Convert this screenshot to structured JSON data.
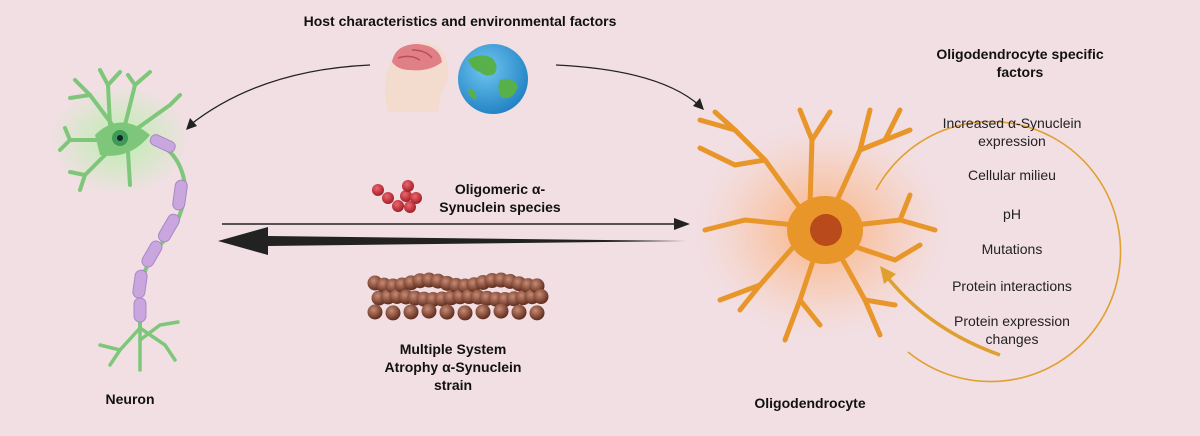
{
  "top_label": "Host characteristics and environmental factors",
  "neuron_label": "Neuron",
  "oligo_label": "Oligodendrocyte",
  "oligomer_label": "Oligomeric α-Synuclein species",
  "strain_label": "Multiple System Atrophy α-Synuclein strain",
  "factors_title": "Oligodendrocyte specific factors",
  "factors": [
    "Increased α-Synuclein expression",
    "Cellular milieu",
    "pH",
    "Mutations",
    "Protein interactions",
    "Protein expression changes"
  ],
  "icons": [
    "head-profile-icon",
    "globe-icon"
  ],
  "colors": {
    "background": "#f1dfe4",
    "neuron": "#7ec77a",
    "axon_sheath": "#c9a6dd",
    "oligodendrocyte": "#e8952a",
    "oligo_nucleus": "#b84a1c",
    "oligomer": "#c8323c",
    "fibril": "#7a4030",
    "cycle_arrow": "#e0a030"
  }
}
